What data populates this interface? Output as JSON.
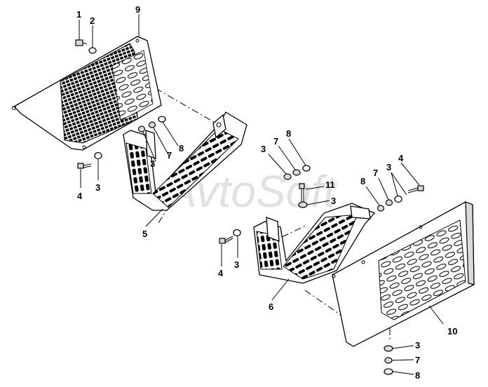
{
  "watermark": "AvtoSoft",
  "callouts": [
    {
      "id": "c1",
      "text": "1"
    },
    {
      "id": "c2",
      "text": "2"
    },
    {
      "id": "c9",
      "text": "9"
    },
    {
      "id": "c3a",
      "text": "3"
    },
    {
      "id": "c7a",
      "text": "7"
    },
    {
      "id": "c8a",
      "text": "8"
    },
    {
      "id": "c3b",
      "text": "3"
    },
    {
      "id": "c4a",
      "text": "4"
    },
    {
      "id": "c3c",
      "text": "3"
    },
    {
      "id": "c5",
      "text": "5"
    },
    {
      "id": "c3d",
      "text": "3"
    },
    {
      "id": "c7b",
      "text": "7"
    },
    {
      "id": "c8b",
      "text": "8"
    },
    {
      "id": "c11",
      "text": "11"
    },
    {
      "id": "c3e",
      "text": "3"
    },
    {
      "id": "c8c",
      "text": "8"
    },
    {
      "id": "c7c",
      "text": "7"
    },
    {
      "id": "c3f",
      "text": "3"
    },
    {
      "id": "c4b",
      "text": "4"
    },
    {
      "id": "c4c",
      "text": "4"
    },
    {
      "id": "c3g",
      "text": "3"
    },
    {
      "id": "c6",
      "text": "6"
    },
    {
      "id": "c10",
      "text": "10"
    },
    {
      "id": "c3h",
      "text": "3"
    },
    {
      "id": "c7d",
      "text": "7"
    },
    {
      "id": "c8d",
      "text": "8"
    }
  ]
}
